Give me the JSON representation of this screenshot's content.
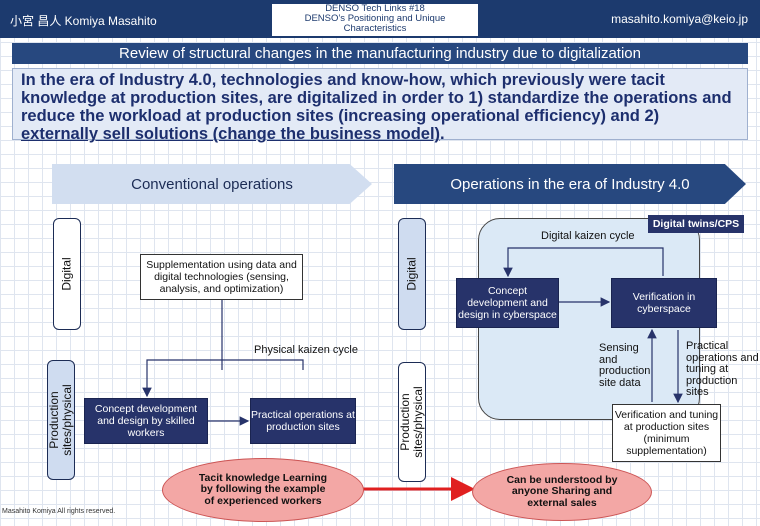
{
  "header": {
    "author": "小宮 昌人 Komiya Masahito",
    "email": "masahito.komiya@keio.jp",
    "title_line1": "DENSO Tech Links #18",
    "title_line2": "DENSO’s Positioning and Unique",
    "title_line3": "Characteristics"
  },
  "review_title": "Review of structural changes in the manufacturing industry due to digitalization",
  "summary": {
    "part1": "In the era of Industry 4.0, technologies and know-how, which previously were tacit knowledge at production sites, are digitalized in order to 1) standardize the operations and reduce the workload at production sites (increasing operational efficiency) and 2) ",
    "underlined": "externally sell solutions (change the business model)",
    "part2": "."
  },
  "conventional": {
    "heading": "Conventional operations",
    "digital_label": "Digital",
    "production_label_1": "Production",
    "production_label_2": "sites/physical",
    "supplementation": "Supplementation using data and digital technologies (sensing, analysis, and optimization)",
    "physical_cycle": "Physical kaizen cycle",
    "concept": "Concept development and design by skilled workers",
    "practical": "Practical operations at production sites",
    "tacit": "Tacit knowledge Learning by following the example of experienced workers"
  },
  "industry40": {
    "heading": "Operations in the era of Industry 4.0",
    "digital_label": "Digital",
    "production_label_1": "Production",
    "production_label_2": "sites/physical",
    "digital_twins": "Digital twins/CPS",
    "digital_cycle": "Digital kaizen cycle",
    "concept": "Concept development and design in cyberspace",
    "verification": "Verification in cyberspace",
    "sensing": "Sensing and production site data",
    "practical_tuning": "Practical operations and tuning at production sites",
    "verif_tuning": "Verification and tuning at production sites (minimum supplementation)",
    "understood": "Can be understood by anyone Sharing and external sales"
  },
  "footer": "Masahito Komiya All rights reserved.",
  "colors": {
    "navy": "#1c3a6e",
    "box_navy": "#27336a",
    "light_blue": "#d2def0",
    "pink": "#f3a7a5",
    "red_arrow": "#e02020"
  }
}
